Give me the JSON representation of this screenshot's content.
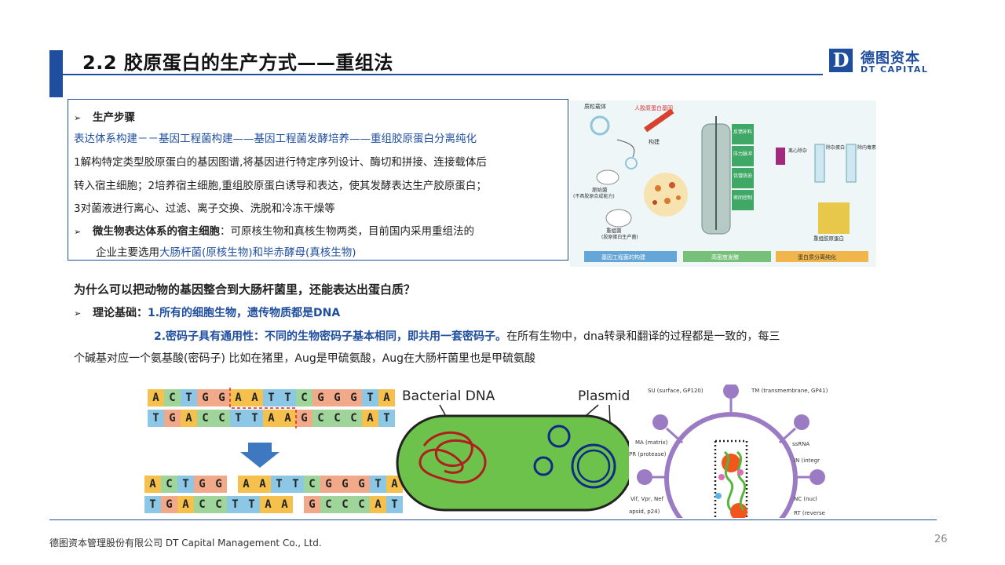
{
  "header": {
    "title": "2.2 胶原蛋白的生产方式——重组法",
    "logo_letter": "D",
    "logo_cn": "德图资本",
    "logo_en": "DT CAPITAL"
  },
  "steps": {
    "heading": "生产步骤",
    "flow": "表达体系构建－－基因工程菌构建——基因工程菌发酵培养——重组胶原蛋白分离纯化",
    "line1": "1解构特定类型胶原蛋白的基因图谱,将基因进行特定序列设计、酶切和拼接、连接载体后",
    "line2": "转入宿主细胞；2培养宿主细胞,重组胶原蛋白诱导和表达，使其发酵表达生产胶原蛋白；",
    "line3": "3对菌液进行离心、过滤、离子交换、洗脱和冷冻干燥等",
    "host_heading": "微生物表达体系的宿主细胞",
    "host_text": "：可原核生物和真核生物两类，目前国内采用重组法的",
    "host_text2_prefix": "企业主要选用",
    "host_text2_highlight": "大肠杆菌(原核生物)和毕赤酵母(真核生物)"
  },
  "process_figure": {
    "labels": {
      "vector": "质粒载体",
      "gene": "人胶原蛋白基因",
      "construct": "构建",
      "original": "原始菌",
      "original_sub": "(不具胶原合成能力)",
      "recombinant": "重组菌",
      "recombinant_sub": "(胶原蛋白生产菌)",
      "feed": "反馈补料",
      "pressure": "压力脉冲",
      "dissolved": "饥饿协迫",
      "control": "密闭控制",
      "centrifuge": "离心除杂",
      "impurity": "除杂蛋白",
      "endotoxin": "除内毒素",
      "product": "重组胶原蛋白"
    },
    "stages": [
      "基因工程菌的构建",
      "高密度发酵",
      "蛋白质分离纯化"
    ]
  },
  "question": "为什么可以把动物的基因整合到大肠杆菌里，还能表达出蛋白质？",
  "theory": {
    "label": "理论基础：",
    "point1": "1.所有的细胞生物，遗传物质都是DNA",
    "point2": "2.密码子具有通用性：不同的生物密码子基本相同，即共用一套密码子。",
    "point2_tail": "在所有生物中，dna转录和翻译的过程都是一致的，每三",
    "line3": "个碱基对应一个氨基酸(密码子) 比如在猪里，Aug是甲硫氨酸，Aug在大肠杆菌里也是甲硫氨酸"
  },
  "dna_figure": {
    "top_strand": [
      "A",
      "C",
      "T",
      "G",
      "G",
      "A",
      "A",
      "T",
      "T",
      "C",
      "G",
      "G",
      "G",
      "T",
      "A"
    ],
    "bottom_strand": [
      "T",
      "G",
      "A",
      "C",
      "C",
      "T",
      "T",
      "A",
      "A",
      "G",
      "C",
      "C",
      "C",
      "A",
      "T"
    ],
    "cut_top": [
      "A",
      "C",
      "T",
      "G",
      "G"
    ],
    "cut_top_right": [
      "A",
      "A",
      "T",
      "T",
      "C",
      "G",
      "G",
      "G",
      "T",
      "A"
    ],
    "cut_bottom_left": [
      "T",
      "G",
      "A",
      "C",
      "C",
      "T",
      "T",
      "A",
      "A"
    ],
    "cut_bottom_right": [
      "G",
      "C",
      "C",
      "C",
      "A",
      "T"
    ],
    "colors": {
      "A": "#f5c04c",
      "C": "#9fd59a",
      "G": "#f2a98a",
      "T": "#8cc8e6"
    }
  },
  "bacteria_figure": {
    "dna_label": "Bacterial DNA",
    "plasmid_label": "Plasmid"
  },
  "virus_figure": {
    "labels": {
      "su": "SU (surface, GP120)",
      "tm": "TM (transmembrane, GP41)",
      "ma": "MA (matrix)",
      "ssrna": "ssRNA",
      "pr": "PR (protease)",
      "in": "IN (integr",
      "vif": "Vif, Vpr, Nef",
      "nc": "NC (nucl",
      "capsid": "apsid, p24)",
      "rt": "RT (reverse"
    }
  },
  "footer": {
    "company": "德图资本管理股份有限公司  DT Capital Management  Co., Ltd.",
    "page": "26"
  }
}
